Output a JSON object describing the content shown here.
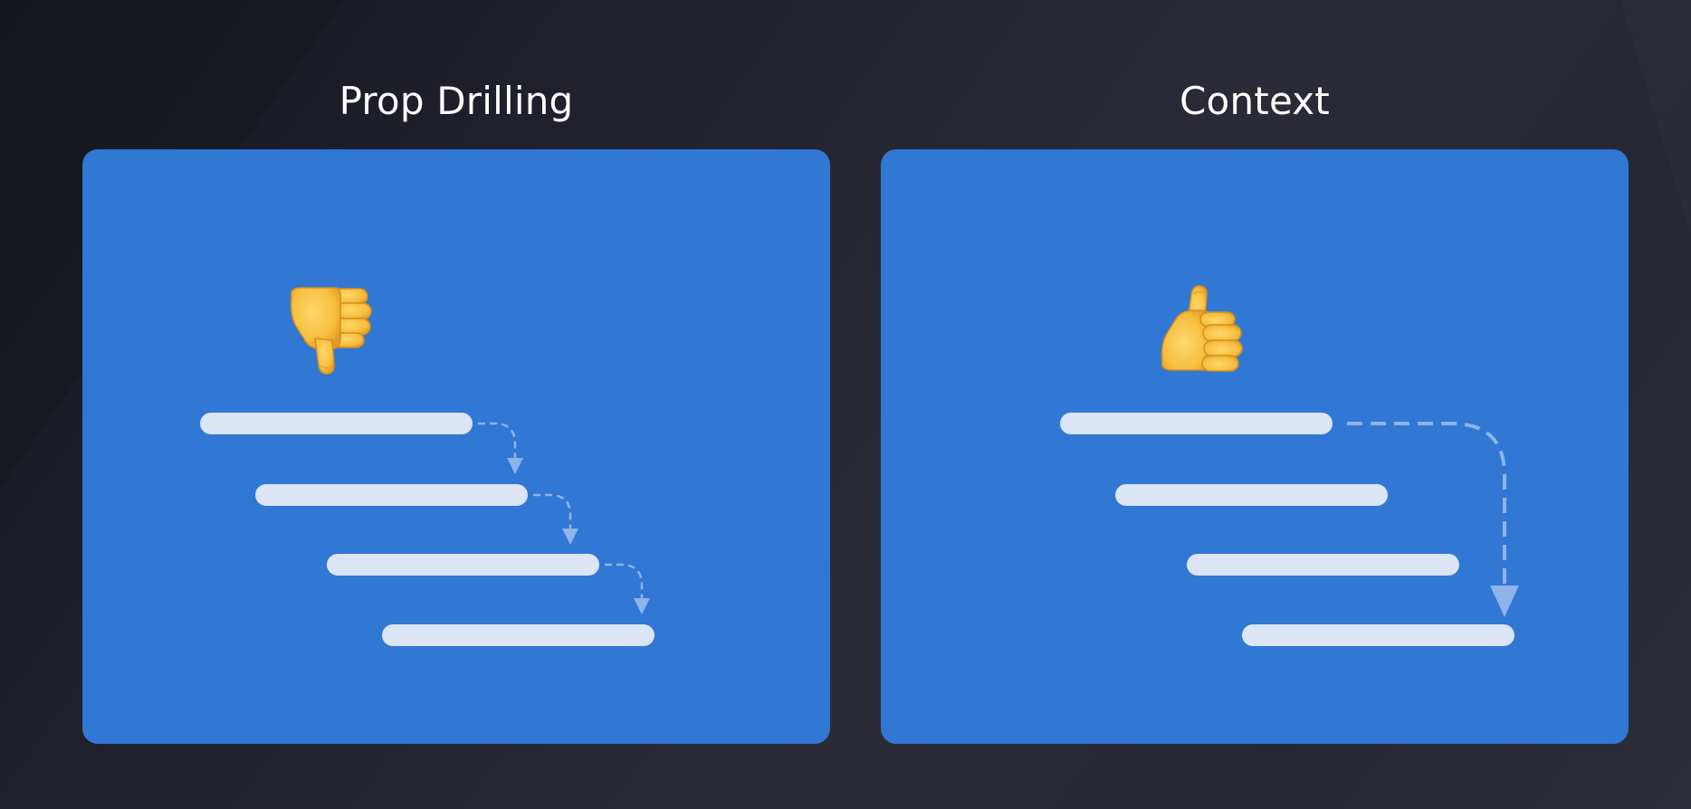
{
  "slide": {
    "left_panel": {
      "title": "Prop Drilling",
      "verdict_icon": "thumbs-down-icon",
      "levels": 4,
      "flow": "stepwise"
    },
    "right_panel": {
      "title": "Context",
      "verdict_icon": "thumbs-up-icon",
      "levels": 4,
      "flow": "direct"
    }
  },
  "colors": {
    "background": "#22232e",
    "panel": "#3177d4",
    "bar": "#dbe5f5",
    "arrow": "#8fb3ea",
    "title": "#ffffff",
    "hand": "#f7c04a"
  }
}
